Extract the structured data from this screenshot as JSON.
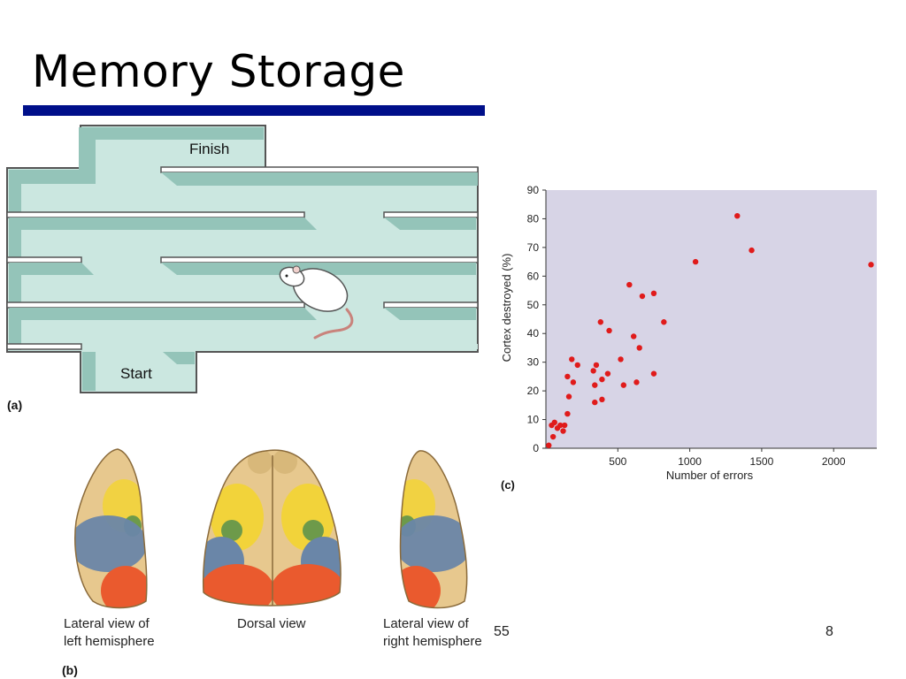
{
  "slide": {
    "title": "Memory Storage",
    "footer_left": "55",
    "page_number": "8"
  },
  "maze": {
    "label": "(a)",
    "finish": "Finish",
    "start": "Start"
  },
  "brain": {
    "label": "(b)",
    "captions": [
      {
        "line1": "Lateral view of",
        "line2": "left hemisphere"
      },
      {
        "line1": "Dorsal view",
        "line2": ""
      },
      {
        "line1": "Lateral view of",
        "line2": "right hemisphere"
      }
    ],
    "colors": {
      "yellow": "#f2d33a",
      "green": "#6d9a4a",
      "blue": "#6a86a8",
      "red": "#ea5a2e",
      "skin": "#e7c88e"
    }
  },
  "chart_data": {
    "type": "scatter",
    "label": "(c)",
    "xlabel": "Number of errors",
    "ylabel": "Cortex destroyed (%)",
    "xlim": [
      0,
      2300
    ],
    "ylim": [
      0,
      90
    ],
    "xticks": [
      500,
      1000,
      1500,
      2000
    ],
    "yticks": [
      0,
      10,
      20,
      30,
      40,
      50,
      60,
      70,
      80,
      90
    ],
    "background": "#d7d4e6",
    "point_color": "#e01b1b",
    "points": [
      [
        20,
        1
      ],
      [
        50,
        4
      ],
      [
        40,
        8
      ],
      [
        60,
        9
      ],
      [
        80,
        7
      ],
      [
        100,
        8
      ],
      [
        120,
        6
      ],
      [
        130,
        8
      ],
      [
        150,
        12
      ],
      [
        160,
        18
      ],
      [
        150,
        25
      ],
      [
        190,
        23
      ],
      [
        180,
        31
      ],
      [
        220,
        29
      ],
      [
        330,
        27
      ],
      [
        340,
        22
      ],
      [
        350,
        29
      ],
      [
        340,
        16
      ],
      [
        390,
        24
      ],
      [
        390,
        17
      ],
      [
        380,
        44
      ],
      [
        440,
        41
      ],
      [
        430,
        26
      ],
      [
        520,
        31
      ],
      [
        540,
        22
      ],
      [
        580,
        57
      ],
      [
        610,
        39
      ],
      [
        630,
        23
      ],
      [
        650,
        35
      ],
      [
        670,
        53
      ],
      [
        750,
        54
      ],
      [
        750,
        26
      ],
      [
        820,
        44
      ],
      [
        1040,
        65
      ],
      [
        1330,
        81
      ],
      [
        1430,
        69
      ],
      [
        2260,
        64
      ]
    ]
  }
}
